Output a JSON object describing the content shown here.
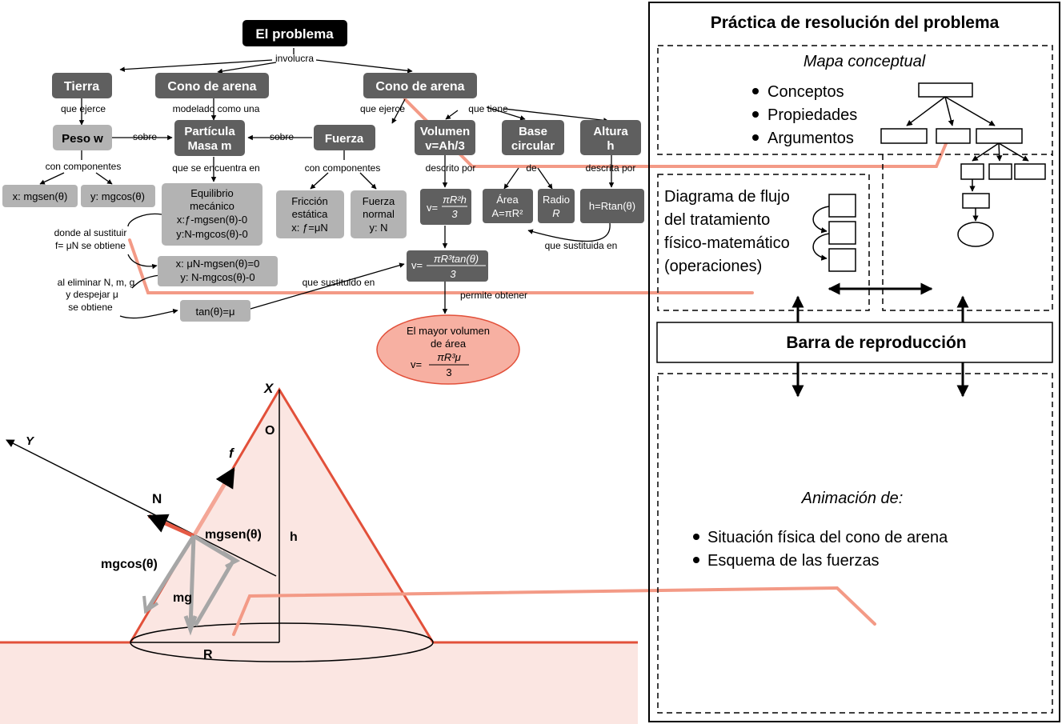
{
  "concept_map": {
    "title": "El problema",
    "link_involucra": "involucra",
    "n_tierra": "Tierra",
    "n_cono1": "Cono de arena",
    "n_cono2": "Cono de arena",
    "l_que_ejerce": "que ejerce",
    "l_modelado": "modelado como una",
    "l_que_ejerce2": "que ejerce",
    "l_que_tiene": "que tiene",
    "n_peso": "Peso w",
    "l_sobre1": "sobre",
    "n_particula": [
      "Partícula",
      "Masa m"
    ],
    "l_sobre2": "sobre",
    "n_fuerza": "Fuerza",
    "n_volumen": [
      "Volumen",
      "v=Ah/3"
    ],
    "n_base": [
      "Base",
      "circular"
    ],
    "n_altura": [
      "Altura",
      "h"
    ],
    "l_con_comp1": "con componentes",
    "l_que_se_encuentra": "que se encuentra en",
    "l_con_comp2": "con componentes",
    "l_descrito_por": "descrito por",
    "l_de": "de",
    "l_descrita_por": "descrita por",
    "n_x_mgsen": "x: mgsen(θ)",
    "n_y_mgcos": "y: mgcos(θ)",
    "n_equilibrio": [
      "Equilibrio",
      "mecánico",
      "x:ƒ-mgsen(θ)-0",
      "y:N-mgcos(θ)-0"
    ],
    "n_friccion": [
      "Fricción",
      "estática",
      "x:  ƒ=μN"
    ],
    "n_fuerza_normal": [
      "Fuerza",
      "normal",
      "y: N"
    ],
    "n_v_pir2h": [
      "v=",
      "πR²h",
      "3"
    ],
    "n_area": [
      "Área",
      "A=πR²"
    ],
    "n_radio": [
      "Radio",
      "R"
    ],
    "n_h_rtan": "h=Rtan(θ)",
    "l_donde_sustituir": [
      "donde al sustituir",
      "f= μN se obtiene"
    ],
    "n_x_un": "x: μN-mgsen(θ)=0",
    "n_y_n": "y: N-mgcos(θ)-0",
    "l_al_eliminar": [
      "al eliminar N, m, g",
      "y despejar μ",
      "se obtiene"
    ],
    "n_tan": "tan(θ)=μ",
    "l_que_sustituido": "que sustituido en",
    "l_que_sustituida": "que sustituida en",
    "n_v_pir3tan": [
      "v=",
      "πR³tan(θ)",
      "3"
    ],
    "l_permite": "permite obtener",
    "n_mayor": [
      "El mayor volumen",
      "de área",
      "v=",
      "πR³μ",
      "3"
    ]
  },
  "cone": {
    "x_label": "X",
    "o_label": "O",
    "y_label": "Y",
    "f_label": "f",
    "n_label": "N",
    "mgsen_label": "mgsen(θ)",
    "mgcos_label": "mgcos(θ)",
    "mg_label": "mg",
    "h_label": "h",
    "r_label": "R"
  },
  "panel": {
    "title": "Práctica de resolución del problema",
    "mapa_title": "Mapa conceptual",
    "mapa_items": [
      "Conceptos",
      "Propiedades",
      "Argumentos"
    ],
    "diagrama_lines": [
      "Diagrama de flujo",
      "del tratamiento",
      "físico-matemático",
      "(operaciones)"
    ],
    "barra": "Barra de reproducción",
    "animacion_title": "Animación de:",
    "animacion_items": [
      "Situación física del cono de arena",
      "Esquema de las fuerzas"
    ]
  },
  "colors": {
    "dark_node": "#5f5f5f",
    "light_node": "#b3b3b3",
    "accent_line": "#f08a73",
    "cone_edge": "#e2503a",
    "cone_fill": "#fbe6e2",
    "ellipse_fill": "#f7b0a2"
  }
}
